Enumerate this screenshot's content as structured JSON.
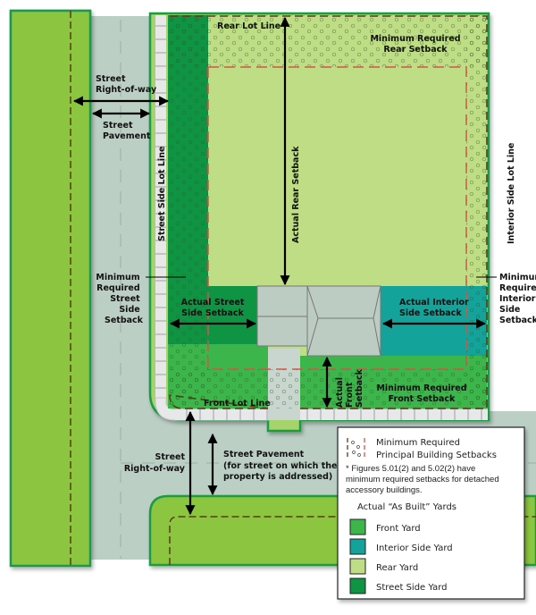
{
  "title": "Lot setbacks and yards diagram",
  "colors": {
    "front_yard": "#3cb54a",
    "interior_side_yard": "#14a39a",
    "rear_yard": "#bedd85",
    "street_side_yard": "#0f9444",
    "adjacent_lot": "#8cc63f",
    "street": "#bccfc5",
    "lot_border": "#1c9b47",
    "setback_line": "#d2574a",
    "lot_line": "#5a3a1a",
    "building": "#bdccc3"
  },
  "labels": {
    "street_row_top": [
      "Street",
      "Right-of-way"
    ],
    "street_pavement_top": [
      "Street",
      "Pavement"
    ],
    "rear_lot_line": "Rear Lot Line",
    "min_rear_setback": [
      "Minimum Required",
      "Rear Setback"
    ],
    "street_side_lot_line": "Street Side Lot Line",
    "actual_rear_setback": "Actual Rear Setback",
    "interior_side_lot_line": "Interior Side Lot Line",
    "min_street_side_setback": [
      "Minimum",
      "Required",
      "Street",
      "Side",
      "Setback"
    ],
    "actual_street_side_setback": [
      "Actual Street",
      "Side Setback"
    ],
    "actual_interior_side_setback": [
      "Actual Interior",
      "Side Setback"
    ],
    "min_interior_side_setback": [
      "Minimum",
      "Required",
      "Interior",
      "Side",
      "Setback"
    ],
    "min_front_setback": [
      "Minimum Required",
      "Front Setback"
    ],
    "actual_front_setback": [
      "Actual",
      "Front",
      "Setback"
    ],
    "front_lot_line": "Front Lot Line",
    "street_row_bottom": [
      "Street",
      "Right-of-way"
    ],
    "street_pavement_bottom": [
      "Street Pavement",
      "(for street on which the",
      "property is addressed)"
    ]
  },
  "legend": {
    "setbacks_label": [
      "Minimum Required",
      "Principal Building Setbacks"
    ],
    "note": [
      "* Figures 5.01(2) and 5.02(2) have",
      "minimum required setbacks for detached",
      "accessory buildings."
    ],
    "yards_title": "Actual “As Built” Yards",
    "items": [
      {
        "label": "Front Yard",
        "color": "#3cb54a"
      },
      {
        "label": "Interior Side Yard",
        "color": "#14a39a"
      },
      {
        "label": "Rear Yard",
        "color": "#bedd85"
      },
      {
        "label": "Street Side Yard",
        "color": "#0f9444"
      }
    ]
  }
}
